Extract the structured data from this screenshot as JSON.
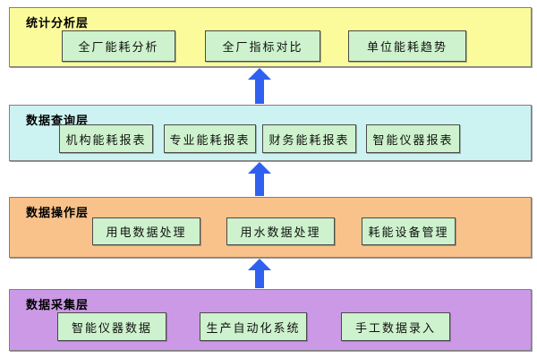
{
  "diagram": {
    "layers": [
      {
        "title": "统计分析层",
        "bg": "#FBFB9B",
        "boxes": [
          "全厂能耗分析",
          "全厂指标对比",
          "单位能耗趋势"
        ]
      },
      {
        "title": "数据查询层",
        "bg": "#CDF2F2",
        "boxes": [
          "机构能耗报表",
          "专业能耗报表",
          "财务能耗报表",
          "智能仪器报表"
        ]
      },
      {
        "title": "数据操作层",
        "bg": "#F8C28A",
        "boxes": [
          "用电数据处理",
          "用水数据处理",
          "耗能设备管理"
        ]
      },
      {
        "title": "数据采集层",
        "bg": "#CC99E6",
        "boxes": [
          "智能仪器数据",
          "生产自动化系统",
          "手工数据录入"
        ]
      }
    ],
    "colors": {
      "node_bg": "#CDF2CD",
      "node_border": "#4A4A4A",
      "layer_border": "#7F7F7F",
      "arrow": "#3060F0"
    }
  }
}
